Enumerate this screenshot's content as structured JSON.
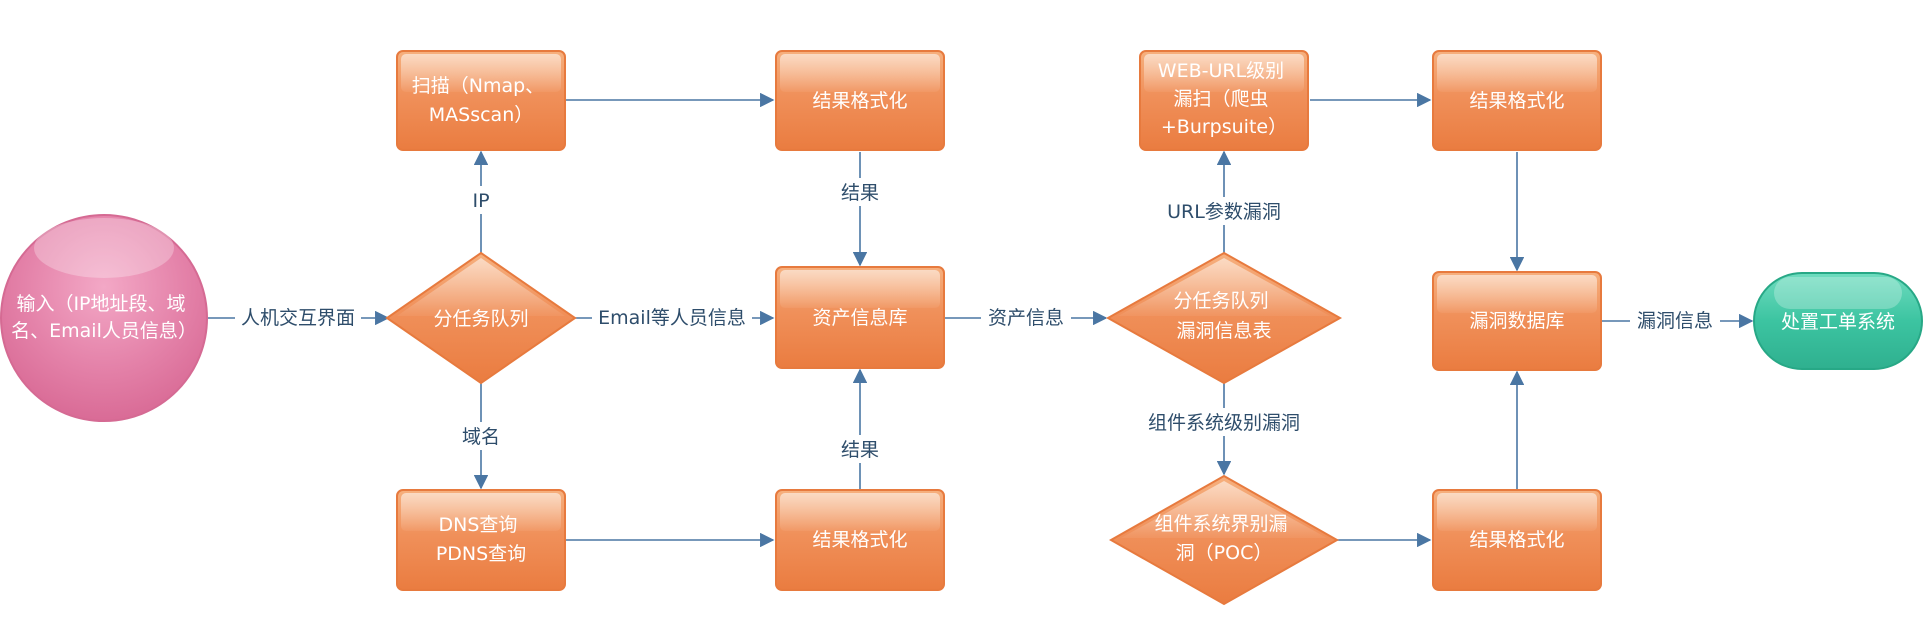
{
  "nodes": {
    "input": [
      "输入（IP地址段、域",
      "名、Email人员信息）"
    ],
    "task_queue": [
      "分任务队列"
    ],
    "scan": [
      "扫描（Nmap、",
      "MASscan）"
    ],
    "dns": [
      "DNS查询",
      "PDNS查询"
    ],
    "format_top": [
      "结果格式化"
    ],
    "format_bottom": [
      "结果格式化"
    ],
    "asset_db": [
      "资产信息库"
    ],
    "vuln_queue": [
      "分任务队列",
      "漏洞信息表"
    ],
    "web_scan": [
      "WEB-URL级别",
      "漏扫（爬虫",
      "+Burpsuite）"
    ],
    "poc_scan": [
      "组件系统界别漏",
      "洞（POC）"
    ],
    "format_right_top": [
      "结果格式化"
    ],
    "format_right_bottom": [
      "结果格式化"
    ],
    "vuln_db": [
      "漏洞数据库"
    ],
    "ticket_system": [
      "处置工单系统"
    ]
  },
  "edges": {
    "input_to_queue": "人机交互界面",
    "queue_to_scan": "IP",
    "queue_to_dns": "域名",
    "queue_to_asset": "Email等人员信息",
    "format_top_to_asset": "结果",
    "format_bottom_to_asset": "结果",
    "asset_to_vuln_queue": "资产信息",
    "vuln_queue_to_web": "URL参数漏洞",
    "vuln_queue_to_poc": "组件系统级别漏洞",
    "vuln_db_to_ticket": "漏洞信息"
  },
  "colors": {
    "orange_node": "#f08f55",
    "pink_start": "#e57fa6",
    "teal_end": "#3fc3a2",
    "arrow": "#4a76a3"
  }
}
